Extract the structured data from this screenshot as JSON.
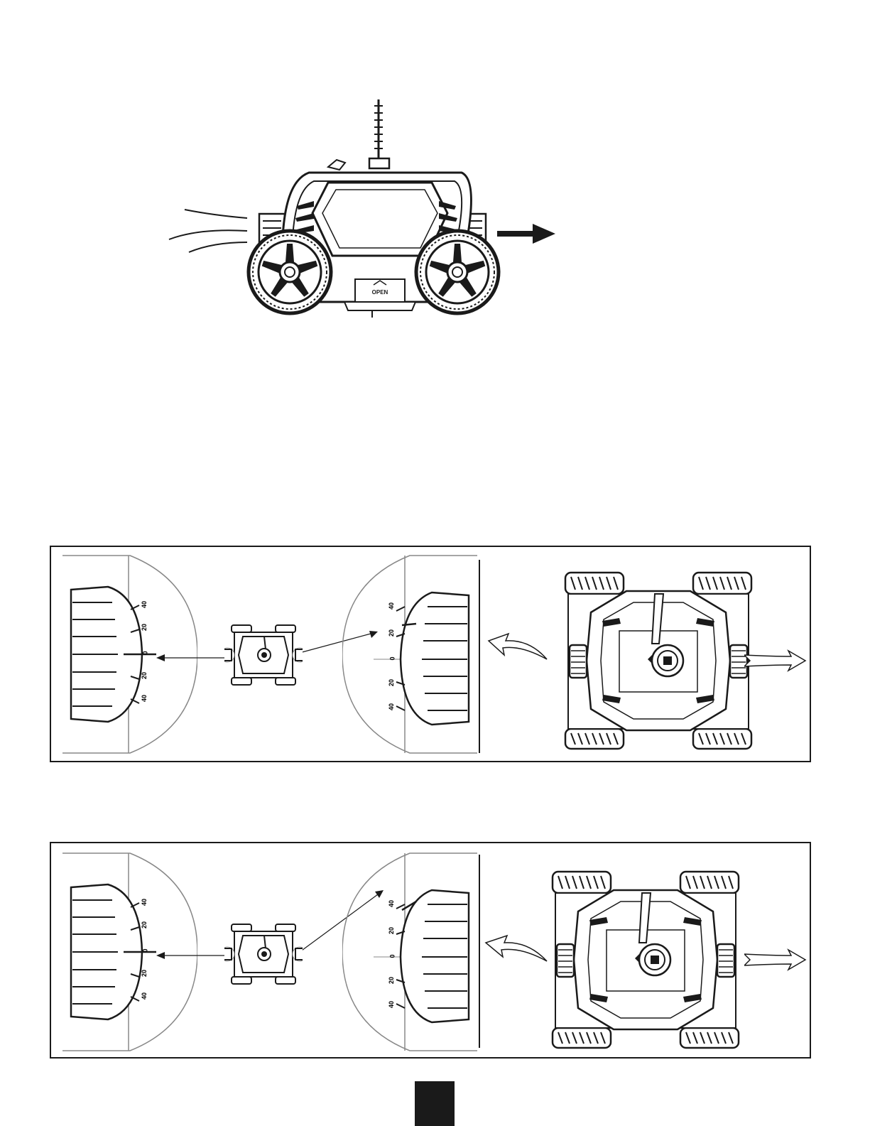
{
  "page": {
    "background": "#ffffff",
    "ink": "#1a1a1a"
  },
  "figure_top": {
    "hatch_label": "OPEN",
    "icons": [
      "robot-front-view",
      "motion-lines",
      "direction-arrow"
    ]
  },
  "figure_middle": {
    "zoom_left_ticks": [
      "40",
      "20",
      "0",
      "20",
      "40"
    ],
    "zoom_right_ticks": [
      "40",
      "20",
      "0",
      "20",
      "40"
    ],
    "icons": [
      "zoom-left-brush",
      "robot-top-small",
      "zoom-right-brush",
      "turn-arrow",
      "straight-arrow",
      "robot-top-large"
    ]
  },
  "figure_bottom": {
    "zoom_left_ticks": [
      "40",
      "20",
      "0",
      "20",
      "40"
    ],
    "zoom_right_ticks": [
      "40",
      "20",
      "0",
      "20",
      "40"
    ],
    "icons": [
      "zoom-left-brush",
      "robot-top-small",
      "zoom-right-brush",
      "turn-arrow",
      "straight-arrow",
      "robot-top-large"
    ]
  }
}
